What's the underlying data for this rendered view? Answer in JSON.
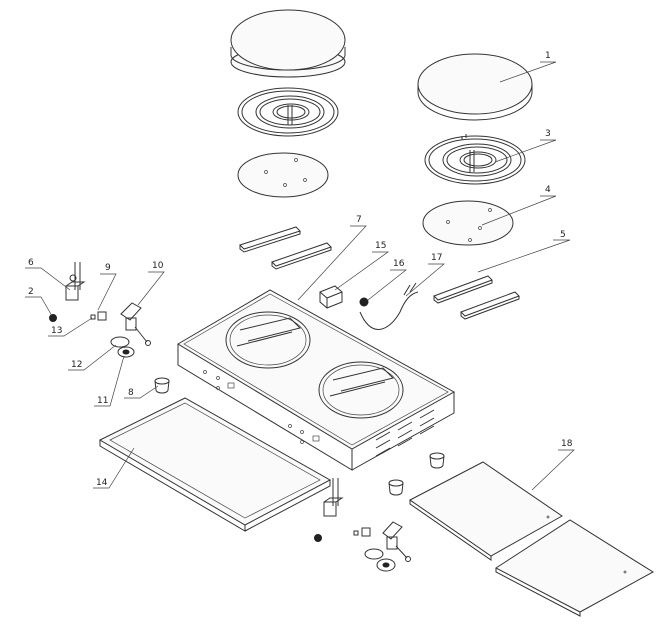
{
  "callouts": [
    {
      "id": "1",
      "label": "1"
    },
    {
      "id": "2",
      "label": "2"
    },
    {
      "id": "3",
      "label": "3"
    },
    {
      "id": "4",
      "label": "4"
    },
    {
      "id": "6",
      "label": "6"
    },
    {
      "id": "7",
      "label": "7"
    },
    {
      "id": "8",
      "label": "8"
    },
    {
      "id": "9",
      "label": "9"
    },
    {
      "id": "10",
      "label": "10"
    },
    {
      "id": "11",
      "label": "11"
    },
    {
      "id": "12",
      "label": "12"
    },
    {
      "id": "13",
      "label": "13"
    },
    {
      "id": "14",
      "label": "14"
    },
    {
      "id": "15",
      "label": "15"
    },
    {
      "id": "16",
      "label": "16"
    },
    {
      "id": "17",
      "label": "17"
    },
    {
      "id": "18",
      "label": "18"
    },
    {
      "id": "5",
      "label": "5"
    }
  ]
}
